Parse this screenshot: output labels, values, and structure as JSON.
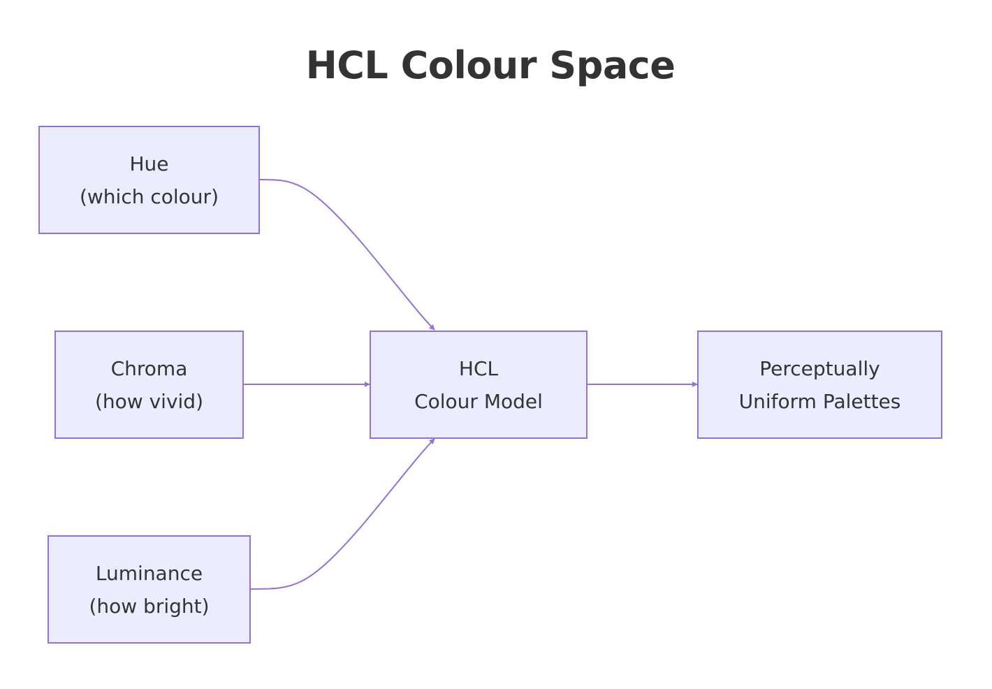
{
  "title": "HCL Colour Space",
  "colors": {
    "node_fill": "#ececff",
    "node_stroke": "#9370db",
    "edge": "#9370db",
    "text": "#333333"
  },
  "nodes": [
    {
      "id": "hue",
      "line1": "Hue",
      "line2": "(which colour)"
    },
    {
      "id": "chroma",
      "line1": "Chroma",
      "line2": "(how vivid)"
    },
    {
      "id": "luminance",
      "line1": "Luminance",
      "line2": "(how bright)"
    },
    {
      "id": "hcl",
      "line1": "HCL",
      "line2": "Colour Model"
    },
    {
      "id": "palettes",
      "line1": "Perceptually",
      "line2": "Uniform Palettes"
    }
  ],
  "edges": [
    {
      "from": "hue",
      "to": "hcl"
    },
    {
      "from": "chroma",
      "to": "hcl"
    },
    {
      "from": "luminance",
      "to": "hcl"
    },
    {
      "from": "hcl",
      "to": "palettes"
    }
  ]
}
